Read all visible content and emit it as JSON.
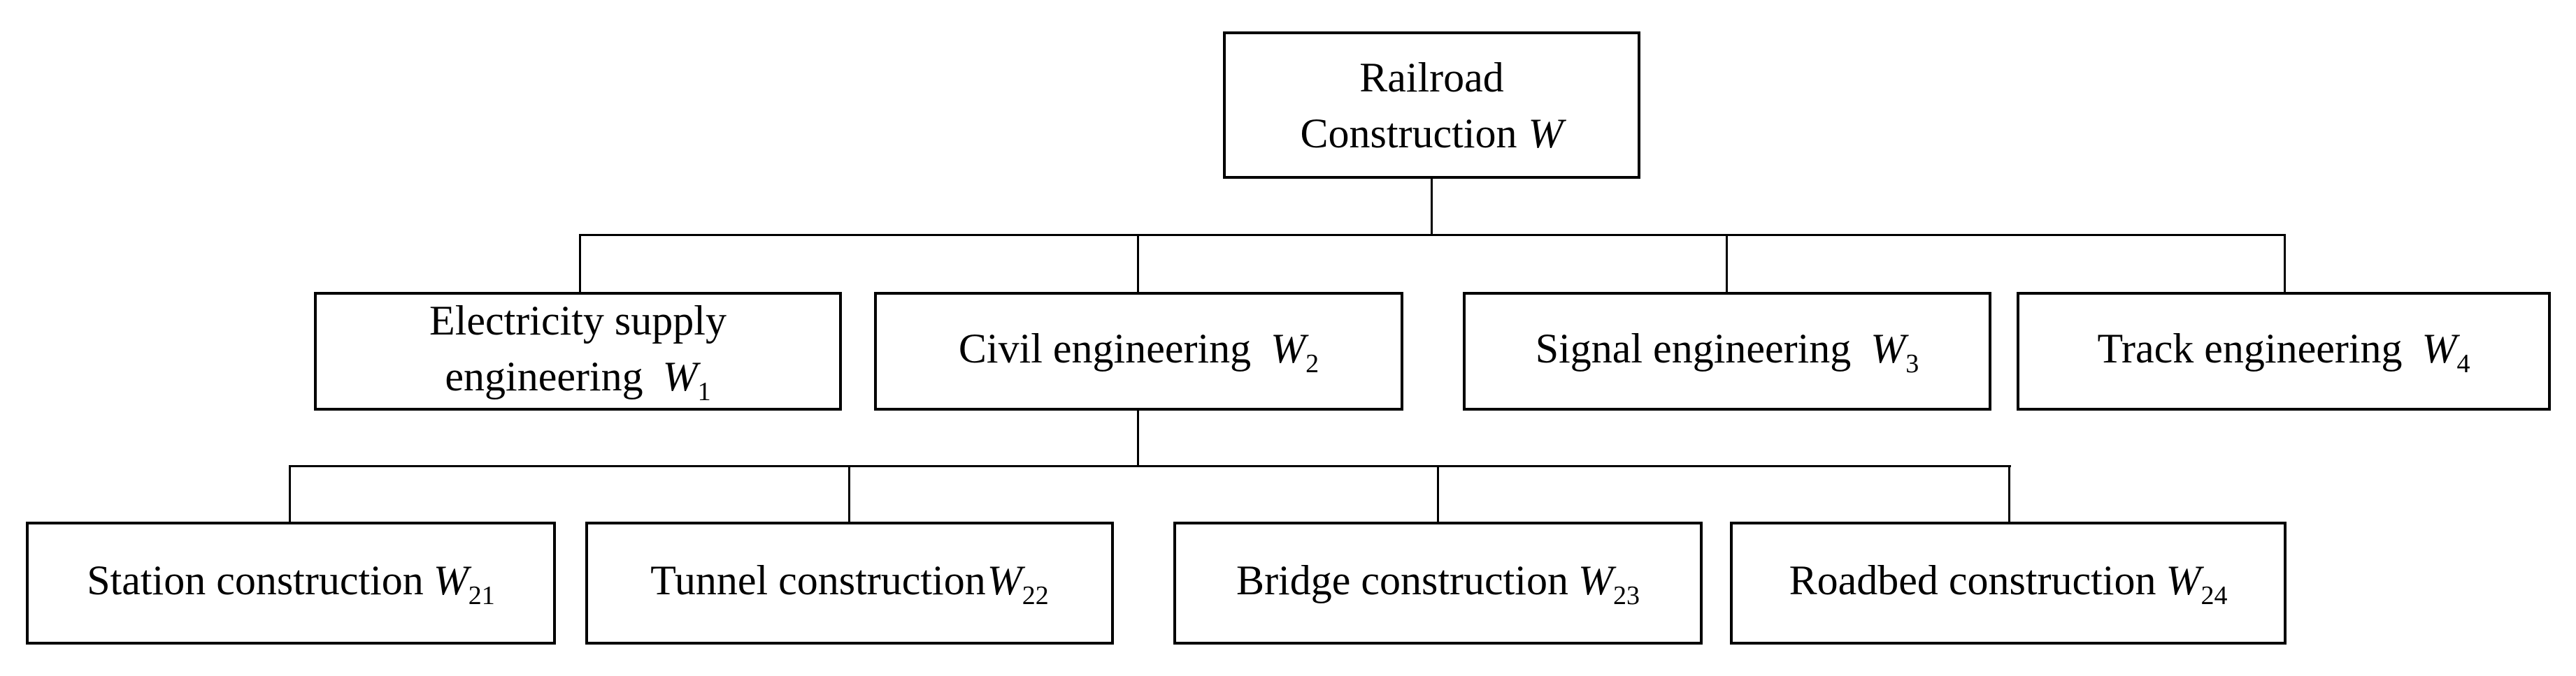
{
  "diagram": {
    "type": "organization-hierarchy",
    "colors": {
      "line": "#000000",
      "box_border": "#000000",
      "background": "#ffffff",
      "text": "#000000"
    },
    "root": {
      "line1": "Railroad",
      "line2": "Construction",
      "symbol": "W",
      "sub": ""
    },
    "level2": [
      {
        "line1": "Electricity supply",
        "line2": "engineering",
        "symbol": "W",
        "sub": "1"
      },
      {
        "line2": "Civil engineering",
        "symbol": "W",
        "sub": "2"
      },
      {
        "line2": "Signal engineering",
        "symbol": "W",
        "sub": "3"
      },
      {
        "line2": "Track engineering",
        "symbol": "W",
        "sub": "4"
      }
    ],
    "level3": [
      {
        "line2": "Station construction",
        "symbol": "W",
        "sub": "21"
      },
      {
        "line2": "Tunnel construction",
        "symbol": "W",
        "sub": "22"
      },
      {
        "line2": "Bridge construction",
        "symbol": "W",
        "sub": "23"
      },
      {
        "line2": "Roadbed construction",
        "symbol": "W",
        "sub": "24"
      }
    ],
    "structure": {
      "W": [
        "W1",
        "W2",
        "W3",
        "W4"
      ],
      "W2": [
        "W21",
        "W22",
        "W23",
        "W24"
      ]
    }
  }
}
